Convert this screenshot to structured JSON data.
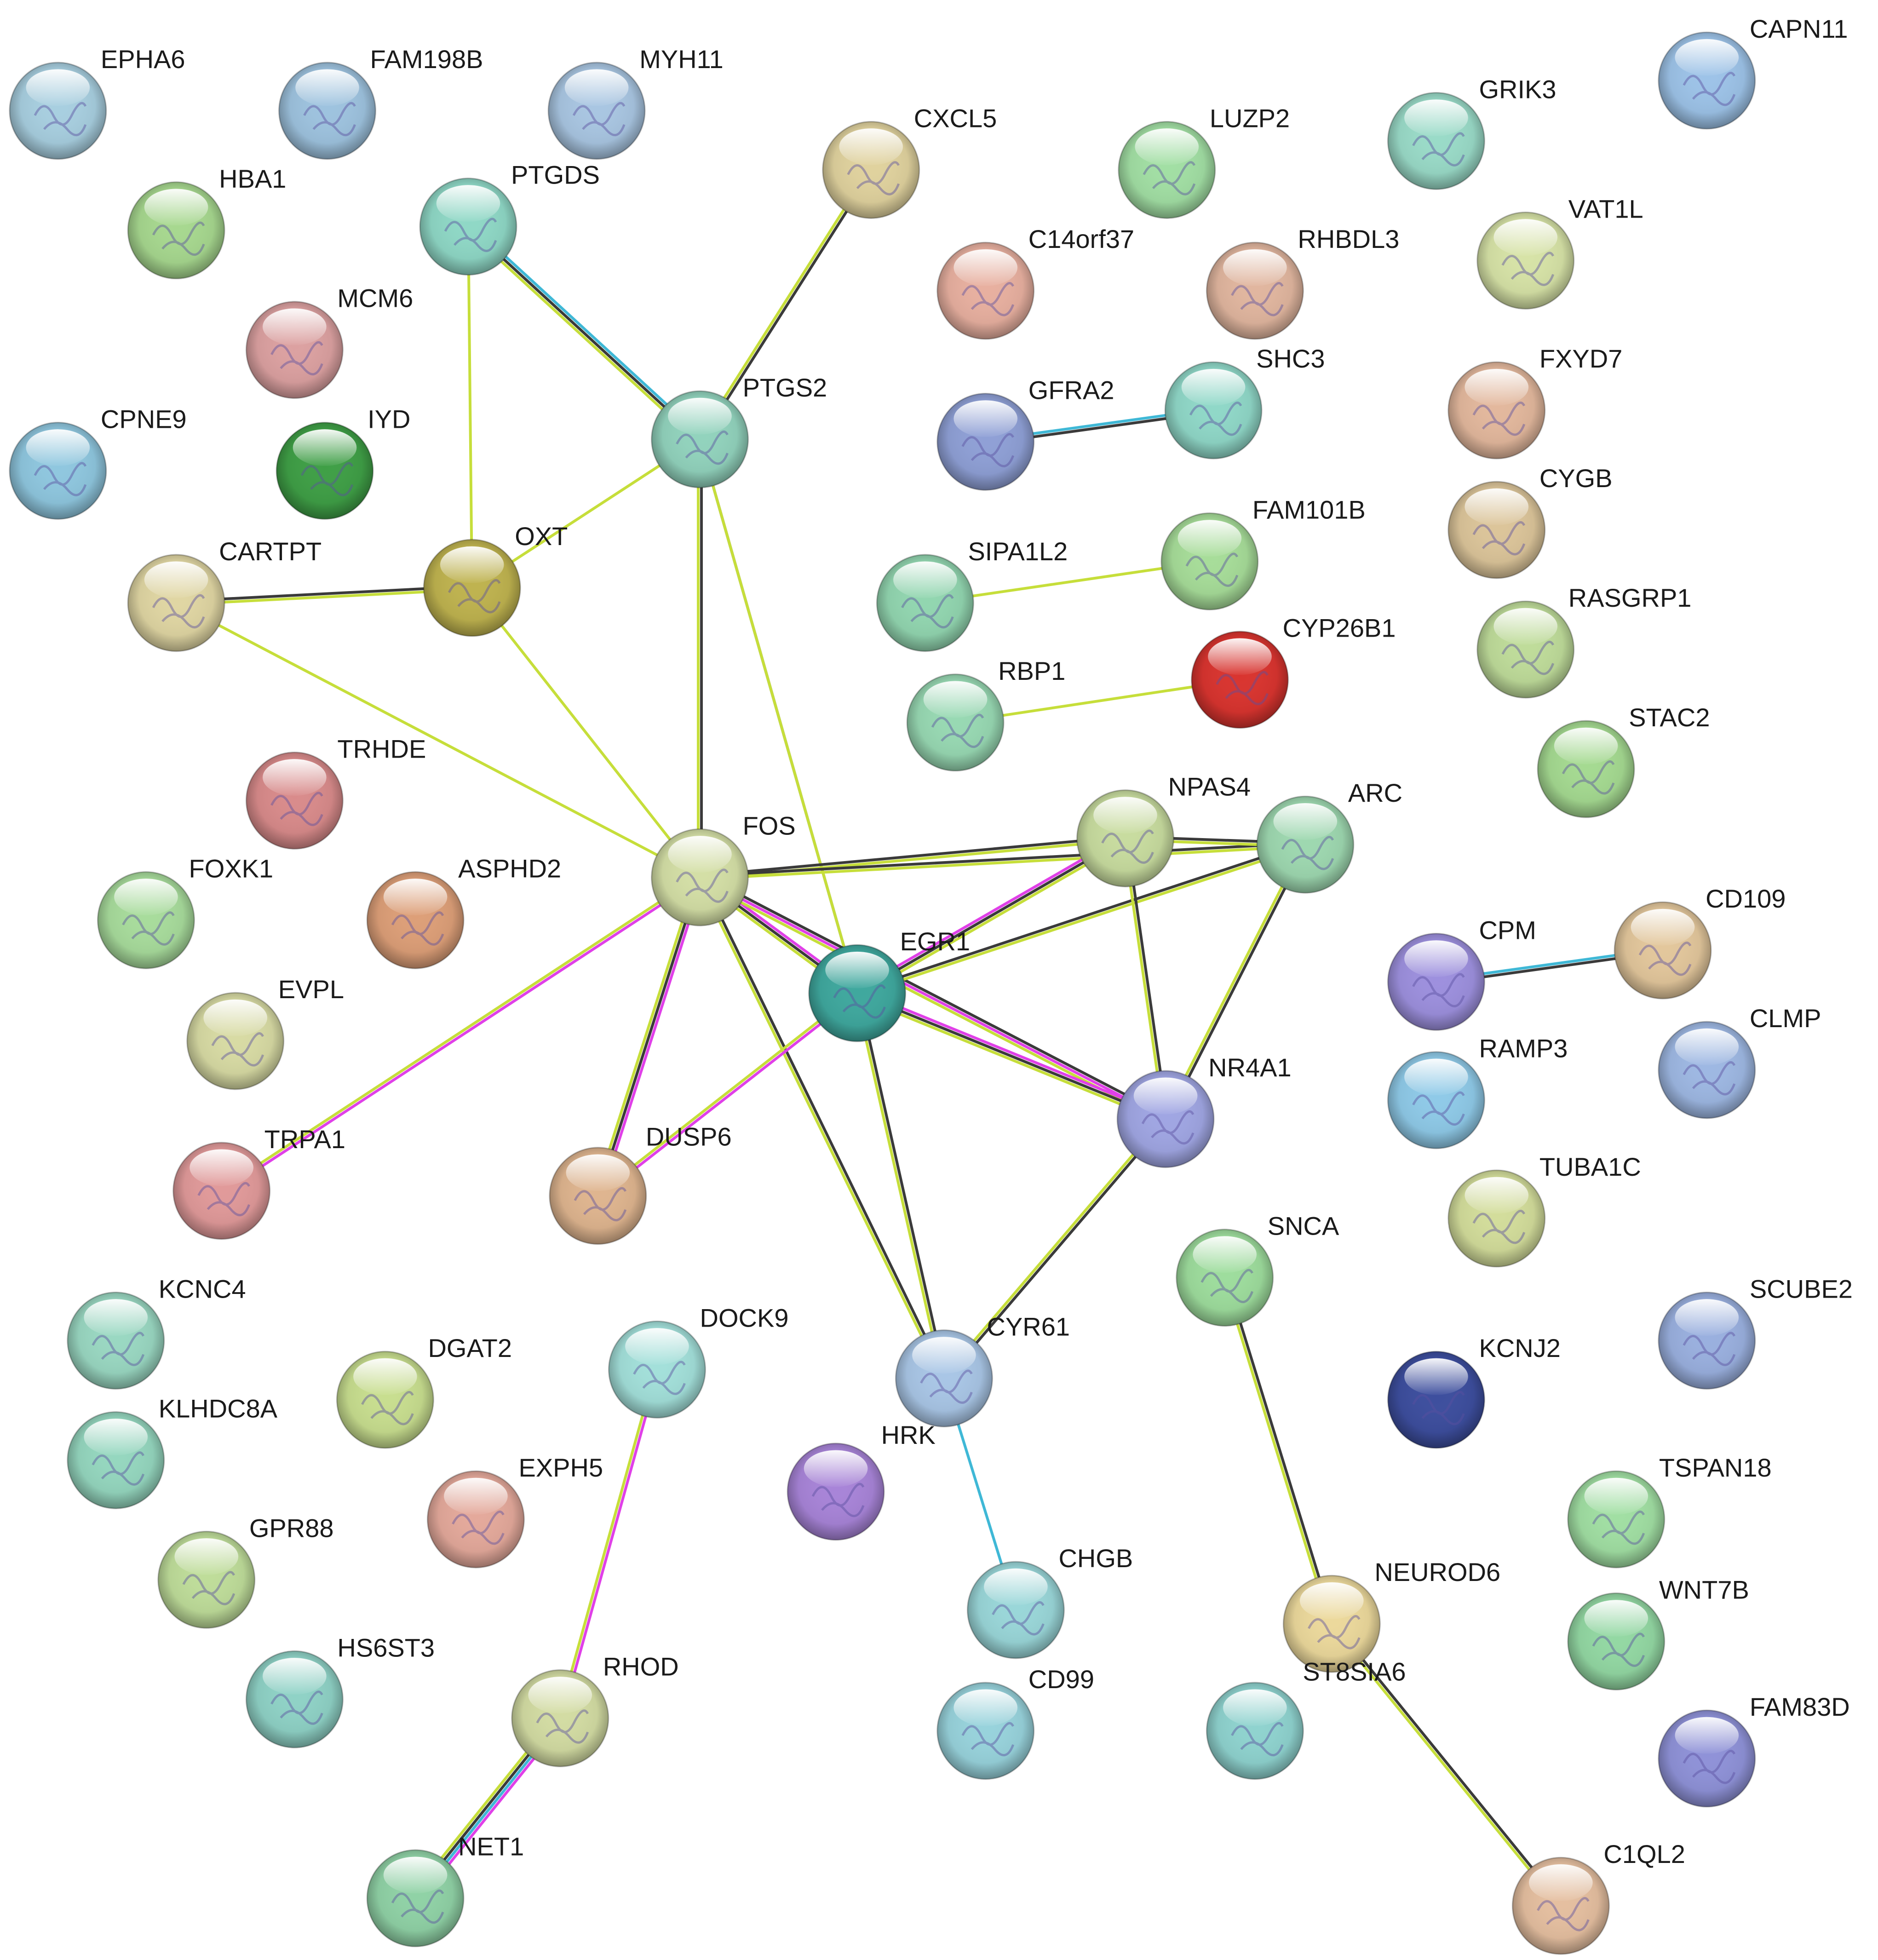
{
  "network": {
    "nodes": [
      {
        "id": "EPHA6",
        "label": "EPHA6",
        "color": "#a8cfe0"
      },
      {
        "id": "FAM198B",
        "label": "FAM198B",
        "color": "#9ec3df"
      },
      {
        "id": "MYH11",
        "label": "MYH11",
        "color": "#a9c6e2"
      },
      {
        "id": "HBA1",
        "label": "HBA1",
        "color": "#a7d88f"
      },
      {
        "id": "PTGDS",
        "label": "PTGDS",
        "color": "#8fd8c6"
      },
      {
        "id": "CXCL5",
        "label": "CXCL5",
        "color": "#e0d29e"
      },
      {
        "id": "LUZP2",
        "label": "LUZP2",
        "color": "#a2dfa4"
      },
      {
        "id": "GRIK3",
        "label": "GRIK3",
        "color": "#9adbc8"
      },
      {
        "id": "CAPN11",
        "label": "CAPN11",
        "color": "#9dc3e8"
      },
      {
        "id": "C14orf37",
        "label": "C14orf37",
        "color": "#e8b0a0"
      },
      {
        "id": "RHBDL3",
        "label": "RHBDL3",
        "color": "#e1b69f"
      },
      {
        "id": "VAT1L",
        "label": "VAT1L",
        "color": "#d7e3a7"
      },
      {
        "id": "MCM6",
        "label": "MCM6",
        "color": "#dca1a1"
      },
      {
        "id": "CPNE9",
        "label": "CPNE9",
        "color": "#8fc7df"
      },
      {
        "id": "IYD",
        "label": "IYD",
        "color": "#3f9f46"
      },
      {
        "id": "PTGS2",
        "label": "PTGS2",
        "color": "#92d3bd"
      },
      {
        "id": "GFRA2",
        "label": "GFRA2",
        "color": "#8fa0d6"
      },
      {
        "id": "SHC3",
        "label": "SHC3",
        "color": "#90d8c8"
      },
      {
        "id": "FXYD7",
        "label": "FXYD7",
        "color": "#e3b89d"
      },
      {
        "id": "CYGB",
        "label": "CYGB",
        "color": "#dcc59a"
      },
      {
        "id": "CARTPT",
        "label": "CARTPT",
        "color": "#e0d6a3"
      },
      {
        "id": "OXT",
        "label": "OXT",
        "color": "#bfb34f"
      },
      {
        "id": "FAM101B",
        "label": "FAM101B",
        "color": "#a7dd99"
      },
      {
        "id": "SIPA1L2",
        "label": "SIPA1L2",
        "color": "#92d6b0"
      },
      {
        "id": "CYP26B1",
        "label": "CYP26B1",
        "color": "#d9342f"
      },
      {
        "id": "RASGRP1",
        "label": "RASGRP1",
        "color": "#bfdc9a"
      },
      {
        "id": "RBP1",
        "label": "RBP1",
        "color": "#98d9b3"
      },
      {
        "id": "STAC2",
        "label": "STAC2",
        "color": "#a5da91"
      },
      {
        "id": "TRHDE",
        "label": "TRHDE",
        "color": "#d98b8b"
      },
      {
        "id": "NPAS4",
        "label": "NPAS4",
        "color": "#c8dc9f"
      },
      {
        "id": "ARC",
        "label": "ARC",
        "color": "#9ed8b0"
      },
      {
        "id": "FOS",
        "label": "FOS",
        "color": "#d4dfa6"
      },
      {
        "id": "FOXK1",
        "label": "FOXK1",
        "color": "#a8dc9c"
      },
      {
        "id": "ASPHD2",
        "label": "ASPHD2",
        "color": "#dd9f78"
      },
      {
        "id": "CD109",
        "label": "CD109",
        "color": "#e3c79c"
      },
      {
        "id": "CPM",
        "label": "CPM",
        "color": "#9d90de"
      },
      {
        "id": "EGR1",
        "label": "EGR1",
        "color": "#3fa89e"
      },
      {
        "id": "EVPL",
        "label": "EVPL",
        "color": "#d8dba4"
      },
      {
        "id": "CLMP",
        "label": "CLMP",
        "color": "#9eb8e3"
      },
      {
        "id": "RAMP3",
        "label": "RAMP3",
        "color": "#8fcae8"
      },
      {
        "id": "NR4A1",
        "label": "NR4A1",
        "color": "#a0a6e3"
      },
      {
        "id": "TRPA1",
        "label": "TRPA1",
        "color": "#e19a9a"
      },
      {
        "id": "DUSP6",
        "label": "DUSP6",
        "color": "#dfb58f"
      },
      {
        "id": "TUBA1C",
        "label": "TUBA1C",
        "color": "#d3dd9b"
      },
      {
        "id": "SNCA",
        "label": "SNCA",
        "color": "#9edd9d"
      },
      {
        "id": "SCUBE2",
        "label": "SCUBE2",
        "color": "#9ab0df"
      },
      {
        "id": "KCNC4",
        "label": "KCNC4",
        "color": "#9ad8c2"
      },
      {
        "id": "DOCK9",
        "label": "DOCK9",
        "color": "#a3e0da"
      },
      {
        "id": "DGAT2",
        "label": "DGAT2",
        "color": "#c8de8f"
      },
      {
        "id": "CYR61",
        "label": "CYR61",
        "color": "#a9c6e6"
      },
      {
        "id": "KCNJ2",
        "label": "KCNJ2",
        "color": "#3d4e9e"
      },
      {
        "id": "KLHDC8A",
        "label": "KLHDC8A",
        "color": "#95d7bf"
      },
      {
        "id": "HRK",
        "label": "HRK",
        "color": "#a884d8"
      },
      {
        "id": "EXPH5",
        "label": "EXPH5",
        "color": "#e4a99b"
      },
      {
        "id": "TSPAN18",
        "label": "TSPAN18",
        "color": "#a1dfa3"
      },
      {
        "id": "GPR88",
        "label": "GPR88",
        "color": "#bfdd9a"
      },
      {
        "id": "CHGB",
        "label": "CHGB",
        "color": "#9ad7d9"
      },
      {
        "id": "NEUROD6",
        "label": "NEUROD6",
        "color": "#ecd99c"
      },
      {
        "id": "WNT7B",
        "label": "WNT7B",
        "color": "#93d8a3"
      },
      {
        "id": "HS6ST3",
        "label": "HS6ST3",
        "color": "#8fd2c6"
      },
      {
        "id": "RHOD",
        "label": "RHOD",
        "color": "#d3dca3"
      },
      {
        "id": "CD99",
        "label": "CD99",
        "color": "#98d3dc"
      },
      {
        "id": "ST8SIA6",
        "label": "ST8SIA6",
        "color": "#8fd3cf"
      },
      {
        "id": "FAM83D",
        "label": "FAM83D",
        "color": "#8f92d8"
      },
      {
        "id": "NET1",
        "label": "NET1",
        "color": "#90d2a6"
      },
      {
        "id": "C1QL2",
        "label": "C1QL2",
        "color": "#e5bfa0"
      }
    ],
    "edges": [
      {
        "source": "PTGDS",
        "target": "PTGS2",
        "types": [
          "cyan",
          "black",
          "yellow"
        ]
      },
      {
        "source": "PTGDS",
        "target": "OXT",
        "types": [
          "yellow"
        ]
      },
      {
        "source": "CXCL5",
        "target": "PTGS2",
        "types": [
          "black",
          "yellow"
        ]
      },
      {
        "source": "PTGS2",
        "target": "OXT",
        "types": [
          "yellow"
        ]
      },
      {
        "source": "PTGS2",
        "target": "FOS",
        "types": [
          "black",
          "yellow"
        ]
      },
      {
        "source": "PTGS2",
        "target": "EGR1",
        "types": [
          "black"
        ]
      },
      {
        "source": "PTGS2",
        "target": "EGR1",
        "types": [
          "yellow"
        ]
      },
      {
        "source": "GFRA2",
        "target": "SHC3",
        "types": [
          "cyan",
          "black"
        ]
      },
      {
        "source": "CARTPT",
        "target": "OXT",
        "types": [
          "black",
          "yellow"
        ]
      },
      {
        "source": "CARTPT",
        "target": "FOS",
        "types": [
          "yellow"
        ]
      },
      {
        "source": "OXT",
        "target": "FOS",
        "types": [
          "yellow"
        ]
      },
      {
        "source": "SIPA1L2",
        "target": "FAM101B",
        "types": [
          "yellow"
        ]
      },
      {
        "source": "RBP1",
        "target": "CYP26B1",
        "types": [
          "yellow"
        ]
      },
      {
        "source": "FOS",
        "target": "NPAS4",
        "types": [
          "black",
          "yellow"
        ]
      },
      {
        "source": "FOS",
        "target": "ARC",
        "types": [
          "black",
          "yellow"
        ]
      },
      {
        "source": "FOS",
        "target": "EGR1",
        "types": [
          "magenta",
          "black",
          "yellow"
        ]
      },
      {
        "source": "FOS",
        "target": "NR4A1",
        "types": [
          "black",
          "magenta",
          "yellow"
        ]
      },
      {
        "source": "FOS",
        "target": "TRPA1",
        "types": [
          "magenta",
          "yellow"
        ]
      },
      {
        "source": "FOS",
        "target": "DUSP6",
        "types": [
          "magenta",
          "black",
          "yellow"
        ]
      },
      {
        "source": "FOS",
        "target": "CYR61",
        "types": [
          "black",
          "yellow"
        ]
      },
      {
        "source": "EGR1",
        "target": "NPAS4",
        "types": [
          "magenta",
          "black",
          "yellow"
        ]
      },
      {
        "source": "EGR1",
        "target": "ARC",
        "types": [
          "black",
          "yellow"
        ]
      },
      {
        "source": "EGR1",
        "target": "NR4A1",
        "types": [
          "magenta",
          "black",
          "yellow"
        ]
      },
      {
        "source": "EGR1",
        "target": "DUSP6",
        "types": [
          "magenta",
          "yellow"
        ]
      },
      {
        "source": "EGR1",
        "target": "CYR61",
        "types": [
          "black",
          "yellow"
        ]
      },
      {
        "source": "NPAS4",
        "target": "ARC",
        "types": [
          "black",
          "yellow"
        ]
      },
      {
        "source": "NPAS4",
        "target": "NR4A1",
        "types": [
          "black",
          "yellow"
        ]
      },
      {
        "source": "ARC",
        "target": "NR4A1",
        "types": [
          "black",
          "yellow"
        ]
      },
      {
        "source": "NR4A1",
        "target": "CYR61",
        "types": [
          "black",
          "yellow"
        ]
      },
      {
        "source": "CYR61",
        "target": "CHGB",
        "types": [
          "cyan"
        ]
      },
      {
        "source": "CPM",
        "target": "CD109",
        "types": [
          "cyan",
          "black"
        ]
      },
      {
        "source": "SNCA",
        "target": "NEUROD6",
        "types": [
          "black",
          "yellow"
        ]
      },
      {
        "source": "NEUROD6",
        "target": "C1QL2",
        "types": [
          "black",
          "yellow"
        ]
      },
      {
        "source": "DOCK9",
        "target": "RHOD",
        "types": [
          "magenta",
          "yellow"
        ]
      },
      {
        "source": "RHOD",
        "target": "NET1",
        "types": [
          "magenta",
          "cyan",
          "black",
          "yellow"
        ]
      }
    ],
    "edge_colors": {
      "black": "#3a3a3a",
      "yellow": "#c6de3a",
      "cyan": "#3fb8d6",
      "magenta": "#e040e8"
    }
  }
}
